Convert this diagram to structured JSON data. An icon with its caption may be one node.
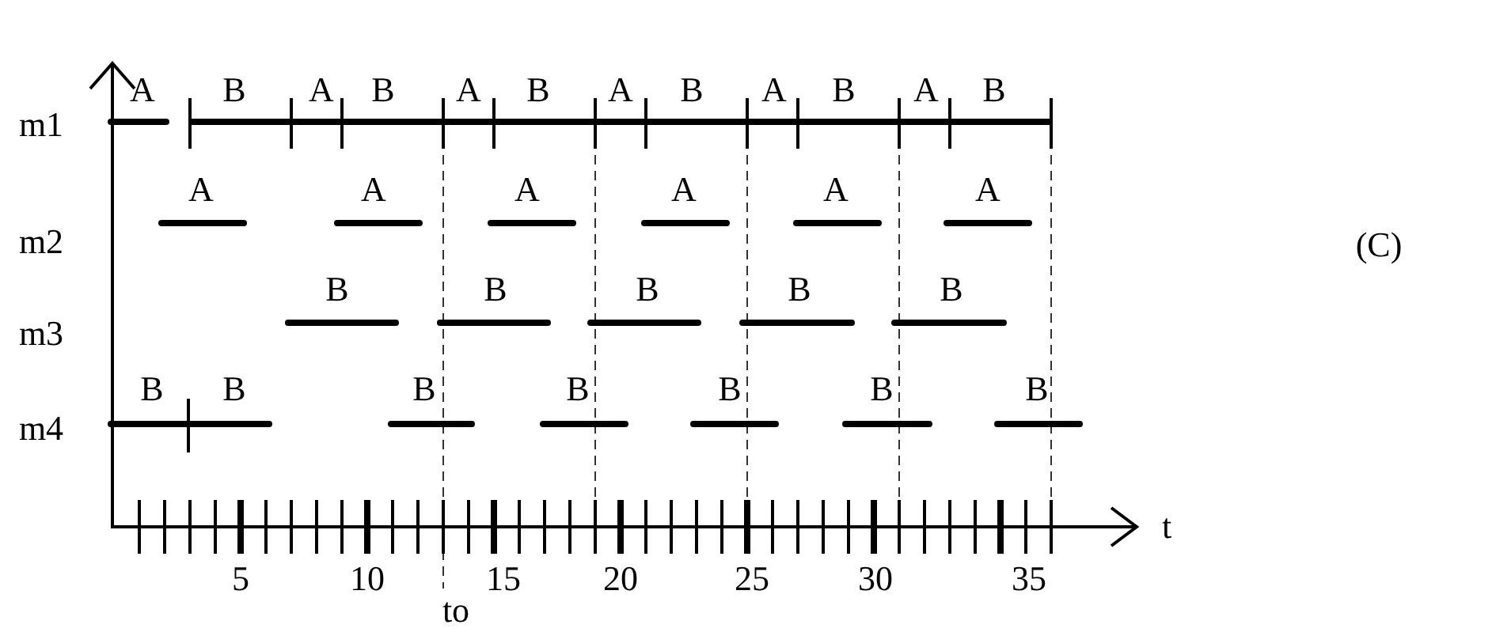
{
  "diagram": {
    "labels": [
      "A",
      "B",
      "A",
      "B",
      "A",
      "B",
      "A",
      "B",
      "A",
      "B",
      "A",
      "B",
      "m1",
      "A",
      "A",
      "A",
      "A",
      "A",
      "A",
      "m2",
      "B",
      "B",
      "B",
      "B",
      "B",
      "(C)",
      "m3",
      "B",
      "B",
      "B",
      "B",
      "B",
      "B",
      "B",
      "m4",
      "5",
      "10",
      "15",
      "20",
      "25",
      "30",
      "35",
      "t",
      "to"
    ]
  }
}
